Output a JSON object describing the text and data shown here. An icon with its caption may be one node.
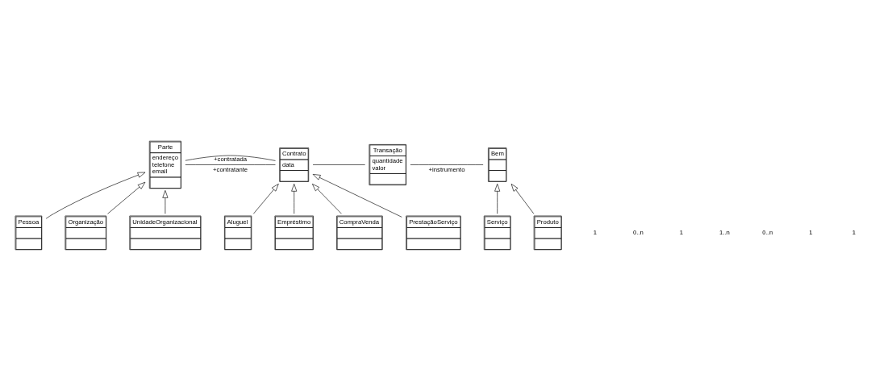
{
  "diagram": {
    "nodes": [
      {
        "text": [
          "Parte",
          "endereço",
          "telefone",
          "email"
        ]
      },
      {
        "text": [
          "Contrato",
          "data"
        ]
      },
      {
        "text": [
          "Transação",
          "quantidade",
          "valor"
        ]
      },
      {
        "text": [
          "Bem"
        ]
      },
      {
        "text": [
          "Pessoa"
        ]
      },
      {
        "text": [
          "Organização"
        ]
      },
      {
        "text": [
          "UnidadeOrganizacional"
        ]
      },
      {
        "text": [
          "Aluguel"
        ]
      },
      {
        "text": [
          "Empréstimo"
        ]
      },
      {
        "text": [
          "CompraVenda"
        ]
      },
      {
        "text": [
          "PrestaçãoServiço"
        ]
      },
      {
        "text": [
          "Serviço"
        ]
      },
      {
        "text": [
          "Produto"
        ]
      }
    ],
    "edges": [
      {
        "from": 0,
        "to": 1,
        "arrow": "none",
        "label": "+contratante"
      },
      {
        "from": 0,
        "to": 1,
        "arrow": "none",
        "label": "+contratada"
      },
      {
        "from": 1,
        "to": 2,
        "arrow": "none"
      },
      {
        "from": 2,
        "to": 3,
        "arrow": "none",
        "label": "+instrumento"
      },
      {
        "from": 4,
        "to": 0,
        "arrow": "to"
      },
      {
        "from": 5,
        "to": 0,
        "arrow": "to"
      },
      {
        "from": 6,
        "to": 0,
        "arrow": "to"
      },
      {
        "from": 7,
        "to": 1,
        "arrow": "to"
      },
      {
        "from": 8,
        "to": 1,
        "arrow": "to"
      },
      {
        "from": 9,
        "to": 1,
        "arrow": "to"
      },
      {
        "from": 10,
        "to": 1,
        "arrow": "to"
      },
      {
        "from": 11,
        "to": 3,
        "arrow": "to"
      },
      {
        "from": 12,
        "to": 3,
        "arrow": "to"
      }
    ],
    "labels": [
      "1",
      "0..n",
      "1",
      "1..n",
      "0..n",
      "1",
      "1"
    ]
  }
}
